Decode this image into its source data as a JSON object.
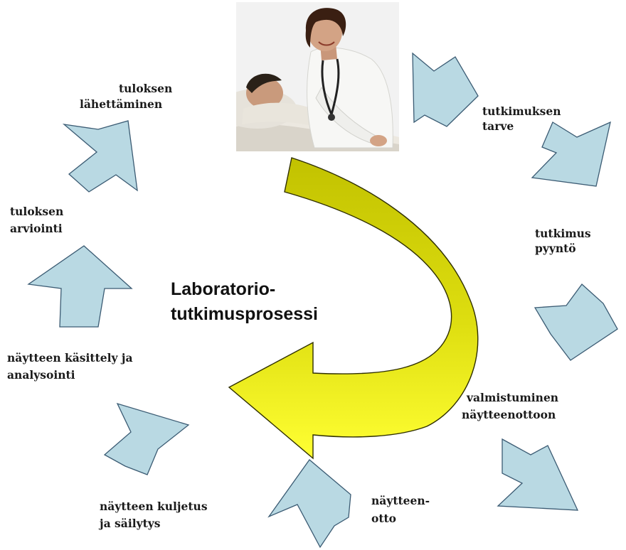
{
  "center_title": [
    "Laboratorio-",
    "tutkimusprosessi"
  ],
  "colors": {
    "step_arrow_fill": "#b9d9e3",
    "step_arrow_stroke": "#3b5b73",
    "big_arrow_top": "#c2c200",
    "big_arrow_bottom": "#ffff33"
  },
  "steps": [
    {
      "icon": "step-arrow-icon",
      "label": [
        "tutkimuksen",
        "tarve"
      ]
    },
    {
      "icon": "step-arrow-icon",
      "label": [
        "tutkimus",
        "pyyntö"
      ]
    },
    {
      "icon": "step-arrow-icon",
      "label": [
        "valmistuminen",
        "näytteenottoon"
      ]
    },
    {
      "icon": "step-arrow-icon",
      "label": [
        "näytteen-",
        "otto"
      ]
    },
    {
      "icon": "step-arrow-icon",
      "label": [
        "näytteen kuljetus",
        "ja säilytys"
      ]
    },
    {
      "icon": "step-arrow-icon",
      "label": [
        "näytteen käsittely ja",
        "analysointi"
      ]
    },
    {
      "icon": "step-arrow-icon",
      "label": [
        "tuloksen",
        "arviointi"
      ]
    },
    {
      "icon": "step-arrow-icon",
      "label": [
        "tuloksen",
        "lähettäminen"
      ]
    }
  ],
  "photo": {
    "icon": "doctor-patient-photo-icon"
  }
}
